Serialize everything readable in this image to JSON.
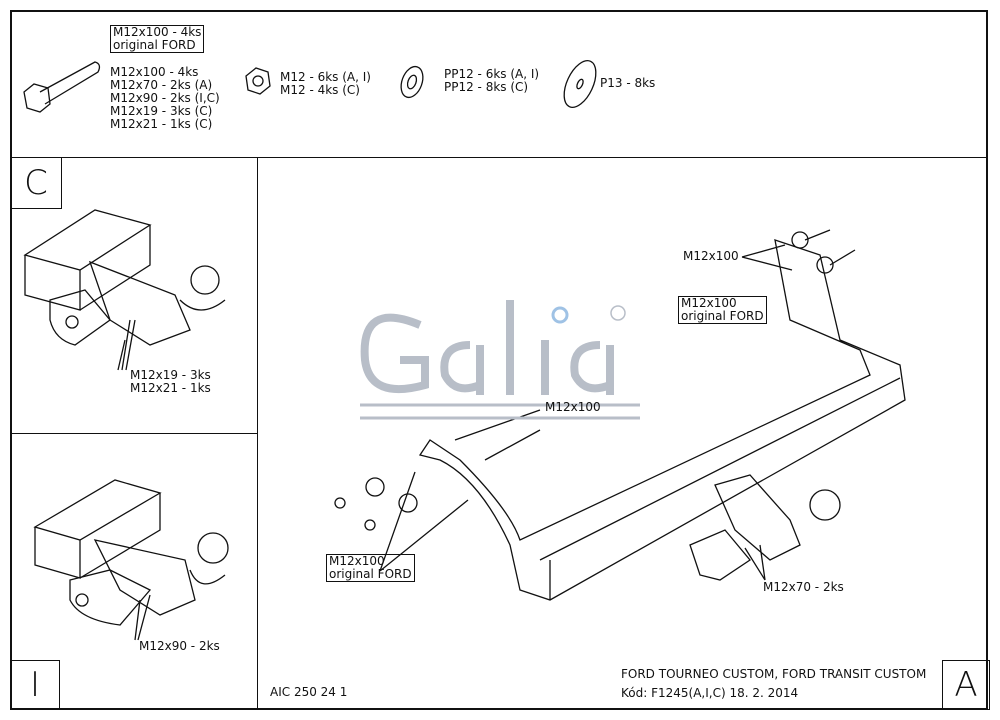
{
  "parts": {
    "bolt_boxed": [
      "M12x100 - 4ks",
      "original FORD"
    ],
    "bolts": [
      "M12x100 - 4ks",
      "M12x70 - 2ks (A)",
      "M12x90 - 2ks (I,C)",
      "M12x19 - 3ks (C)",
      "M12x21 - 1ks (C)"
    ],
    "nuts": [
      "M12 - 6ks (A, I)",
      "M12 - 4ks (C)"
    ],
    "washers_pp12": [
      "PP12 - 6ks (A, I)",
      "PP12 - 8ks (C)"
    ],
    "washers_p13": [
      "P13 - 8ks"
    ]
  },
  "panel_c": {
    "letter": "C",
    "labels": [
      "M12x19 - 3ks",
      "M12x21 - 1ks"
    ]
  },
  "panel_i": {
    "letter": "I",
    "label": "M12x90 - 2ks"
  },
  "panel_a": {
    "letter": "A",
    "label_m12x100_top": "M12x100",
    "label_orig_right": [
      "M12x100",
      "original FORD"
    ],
    "label_m12x100_mid": "M12x100",
    "label_orig_left": [
      "M12x100",
      "original FORD"
    ],
    "label_m12x70": "M12x70 - 2ks"
  },
  "logo": "Galia",
  "footer": {
    "code_left": "AIC 250 24 1",
    "title": "FORD TOURNEO CUSTOM, FORD TRANSIT CUSTOM",
    "code": "Kód: F1245(A,I,C)  18. 2. 2014"
  }
}
